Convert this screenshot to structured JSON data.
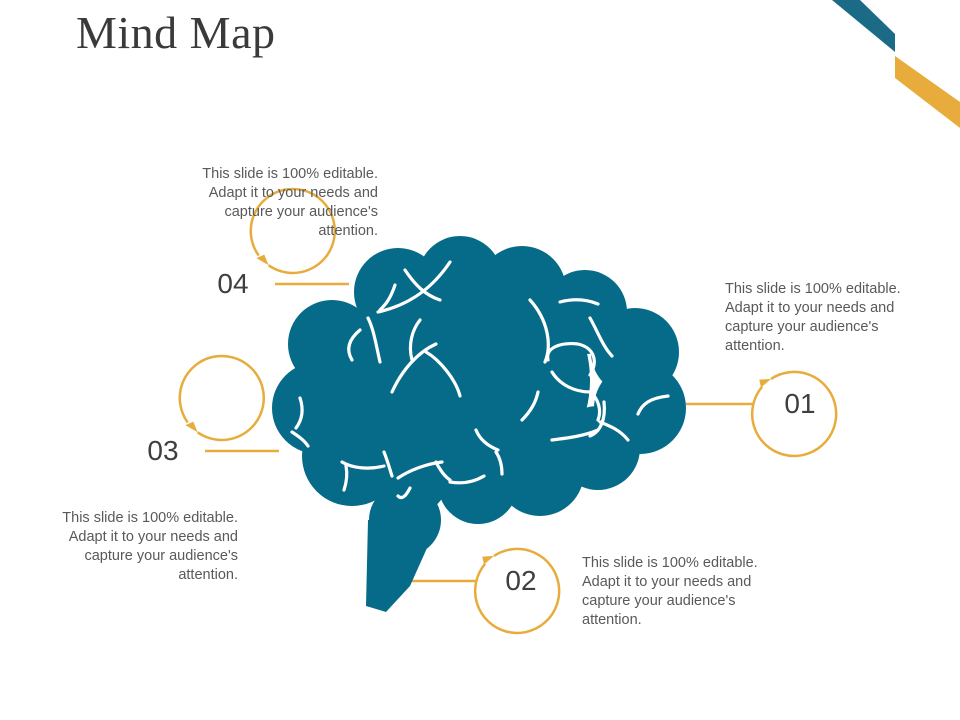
{
  "title": "Mind Map",
  "colors": {
    "brain": "#066b89",
    "accent": "#e7ac3b",
    "corner_teal": "#1c6b86",
    "corner_gold": "#e7ac3b",
    "text": "#595959"
  },
  "icons": {
    "brain": "brain-icon"
  },
  "items": [
    {
      "number": "01",
      "text": "This slide is 100% editable. Adapt it to your needs and capture your audience's attention."
    },
    {
      "number": "02",
      "text": "This slide is 100% editable. Adapt it to your needs and capture your audience's attention."
    },
    {
      "number": "03",
      "text": "This slide is 100% editable. Adapt it to your needs and capture your audience's attention."
    },
    {
      "number": "04",
      "text": "This slide is 100% editable. Adapt it to your needs and capture your audience's attention."
    }
  ]
}
